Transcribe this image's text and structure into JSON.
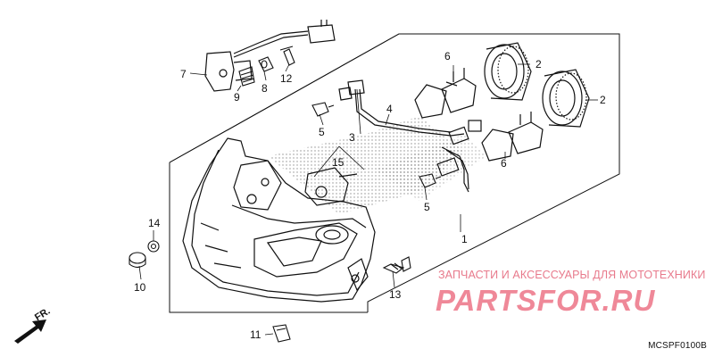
{
  "diagram": {
    "callouts": [
      "1",
      "2",
      "2",
      "3",
      "4",
      "5",
      "5",
      "6",
      "6",
      "7",
      "8",
      "9",
      "10",
      "11",
      "12",
      "13",
      "14",
      "15"
    ],
    "code": "MCSPF0100B",
    "front_marker": "FR."
  },
  "watermark": {
    "caption": "ЗАПЧАСТИ И АКСЕССУАРЫ ДЛЯ МОТОТЕХНИКИ",
    "logo": "PARTSFOR.RU",
    "color": "#ef8898"
  }
}
